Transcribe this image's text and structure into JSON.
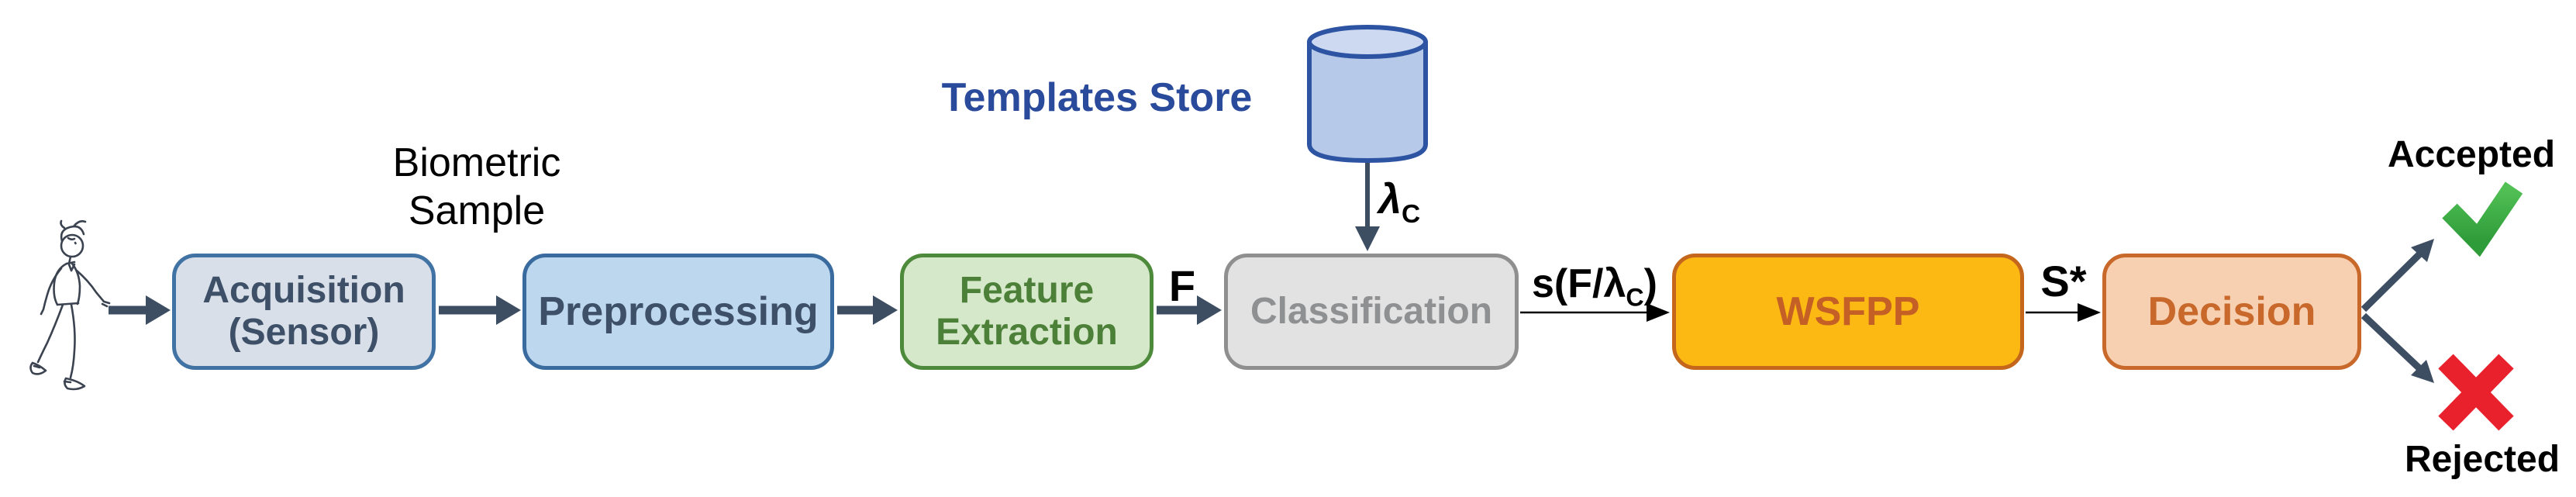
{
  "diagram": {
    "input_label": {
      "line1": "Biometric",
      "line2": "Sample"
    },
    "templates_store": {
      "label": "Templates Store"
    },
    "nodes": {
      "acquisition": {
        "line1": "Acquisition",
        "line2": "(Sensor)"
      },
      "preprocessing": {
        "label": "Preprocessing"
      },
      "feature_extraction": {
        "line1": "Feature",
        "line2": "Extraction"
      },
      "classification": {
        "label": "Classification"
      },
      "wsfpp": {
        "label": "WSFPP"
      },
      "decision": {
        "label": "Decision"
      }
    },
    "edge_labels": {
      "feature_vector": "F",
      "template_symbol": "λ",
      "template_symbol_sub": "C",
      "score_prefix": "s(F/λ",
      "score_sub": "C",
      "score_suffix": ")",
      "best_score": "S*"
    },
    "outcomes": {
      "accepted": "Accepted",
      "rejected": "Rejected"
    },
    "colors": {
      "arrow": "#3d4e63",
      "thin_arrow": "#000000",
      "acquisition_fill": "#d9dfe9",
      "acquisition_border": "#4172a4",
      "preprocessing_fill": "#bdd7ee",
      "preprocessing_border": "#3a6b9e",
      "node_text_blue": "#3d5067",
      "feature_fill": "#d5e8ca",
      "feature_border": "#4e8a3b",
      "feature_text": "#4c8038",
      "classification_fill": "#e2e2e2",
      "classification_border": "#8f8f8f",
      "classification_text": "#8f9092",
      "wsfpp_fill": "#fcb813",
      "wsfpp_border": "#c4661c",
      "wsfpp_text": "#c45f25",
      "decision_fill": "#f7d0b2",
      "decision_border": "#c8682b",
      "decision_text": "#c8682b",
      "templates_store_text": "#2a4a9b",
      "cylinder_fill": "#b7c9e9",
      "cylinder_top_fill": "#cdd9f1",
      "cylinder_border": "#2d54a3",
      "accepted_check": "#3aad44",
      "rejected_x": "#e8212d",
      "label_text": "#000000",
      "background": "#ffffff"
    }
  }
}
